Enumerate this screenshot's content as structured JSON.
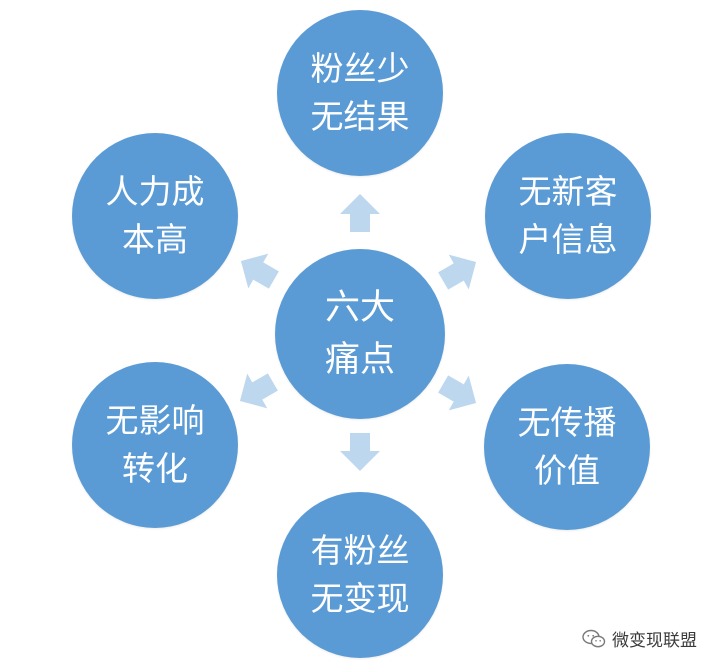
{
  "center": {
    "line1": "六大",
    "line2": "痛点"
  },
  "nodes": [
    {
      "id": "top",
      "line1": "粉丝少",
      "line2": "无结果"
    },
    {
      "id": "top-right",
      "line1": "无新客",
      "line2": "户信息"
    },
    {
      "id": "bottom-right",
      "line1": "无传播",
      "line2": "价值"
    },
    {
      "id": "bottom",
      "line1": "有粉丝",
      "line2": "无变现"
    },
    {
      "id": "bottom-left",
      "line1": "无影响",
      "line2": "转化"
    },
    {
      "id": "top-left",
      "line1": "人力成",
      "line2": "本高"
    }
  ],
  "watermark": {
    "text": "微变现联盟",
    "icon": "wechat-icon"
  },
  "colors": {
    "node_fill": "#5b9bd5",
    "arrow_fill": "#bdd7ee",
    "node_text": "#ffffff"
  }
}
